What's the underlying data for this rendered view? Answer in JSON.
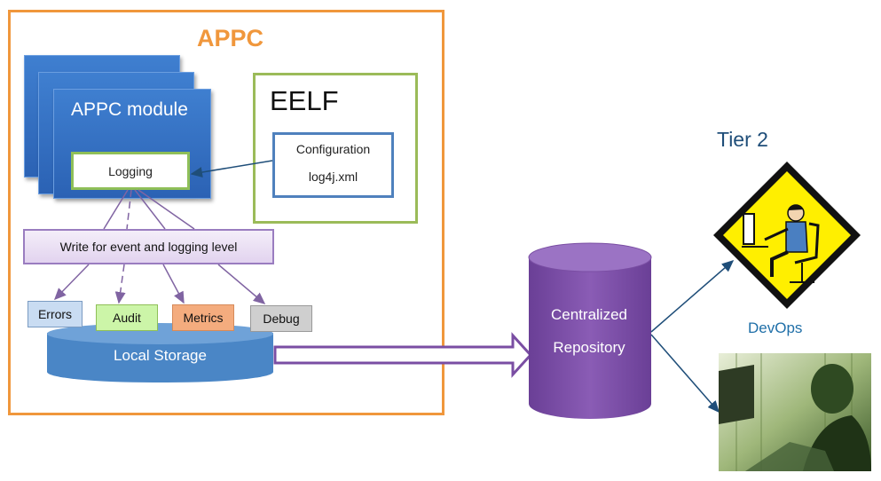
{
  "appc": {
    "title": "APPC",
    "module_title": "APPC module",
    "logging_label": "Logging",
    "write_label": "Write for event and logging level",
    "storage_label": "Local Storage",
    "levels": [
      "Errors",
      "Audit",
      "Metrics",
      "Debug"
    ]
  },
  "eelf": {
    "title": "EELF",
    "config_label": "Configuration",
    "config_file": "log4j.xml"
  },
  "repository": {
    "line1": "Centralized",
    "line2": "Repository"
  },
  "tier2": {
    "title": "Tier 2",
    "devops_label": "DevOps"
  },
  "colors": {
    "appc_border": "#f0973c",
    "eelf_border": "#9bbb59",
    "module_blue": "#2b62b4",
    "repository_purple": "#7a4ea3",
    "tier_text": "#1f4e79",
    "arrow_blue": "#1f4e79",
    "arrow_purple": "#8064a2"
  },
  "icons": {
    "devops": "devops-warning-sign-icon",
    "analyst": "matrix-analyst-image"
  }
}
